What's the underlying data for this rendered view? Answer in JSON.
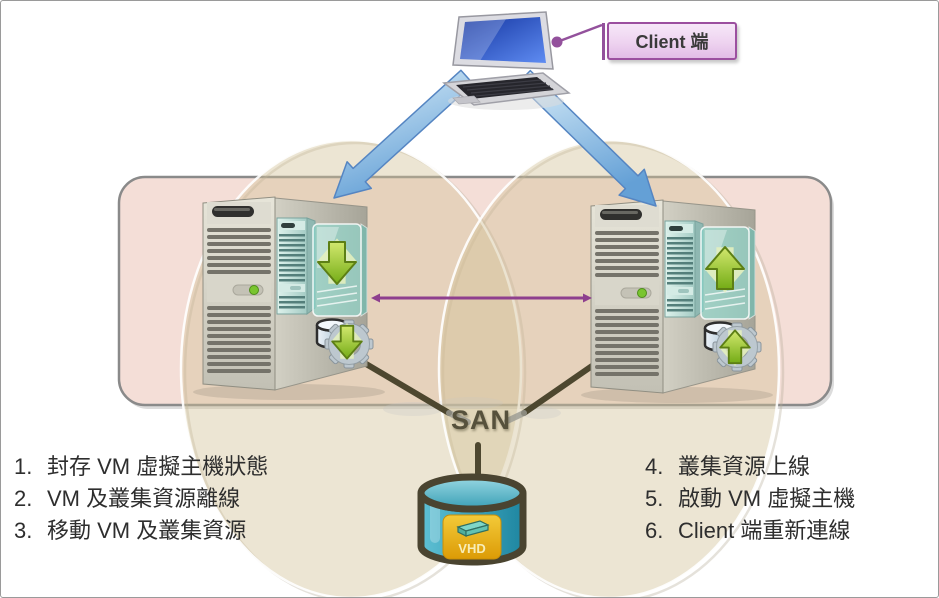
{
  "diagram": {
    "client_callout": {
      "label": "Client 端"
    },
    "san": {
      "label": "SAN",
      "vhd_label": "VHD"
    },
    "steps_left": [
      {
        "num": "1.",
        "text": "封存 VM 虛擬主機狀態"
      },
      {
        "num": "2.",
        "text": "VM 及叢集資源離線"
      },
      {
        "num": "3.",
        "text": "移動 VM 及叢集資源"
      }
    ],
    "steps_right": [
      {
        "num": "4.",
        "text": "叢集資源上線"
      },
      {
        "num": "5.",
        "text": "啟動 VM 虛擬主機"
      },
      {
        "num": "6.",
        "text": "Client 端重新連線"
      }
    ],
    "colors": {
      "panel_pink": "#f4ded7",
      "panel_border": "#8a8a8a",
      "ellipse_cream": "#ece4d2",
      "arrow_blue": "#7fb0de",
      "arrow_green": "#8abc2a",
      "link_purple": "#8e3f8e",
      "callout_purple": "#9b4f9f",
      "callout_fill": "#f0dcf2",
      "san_teal": "#2f97b0",
      "san_line_dark": "#4d472f",
      "vhd_orange": "#e8a912"
    }
  }
}
